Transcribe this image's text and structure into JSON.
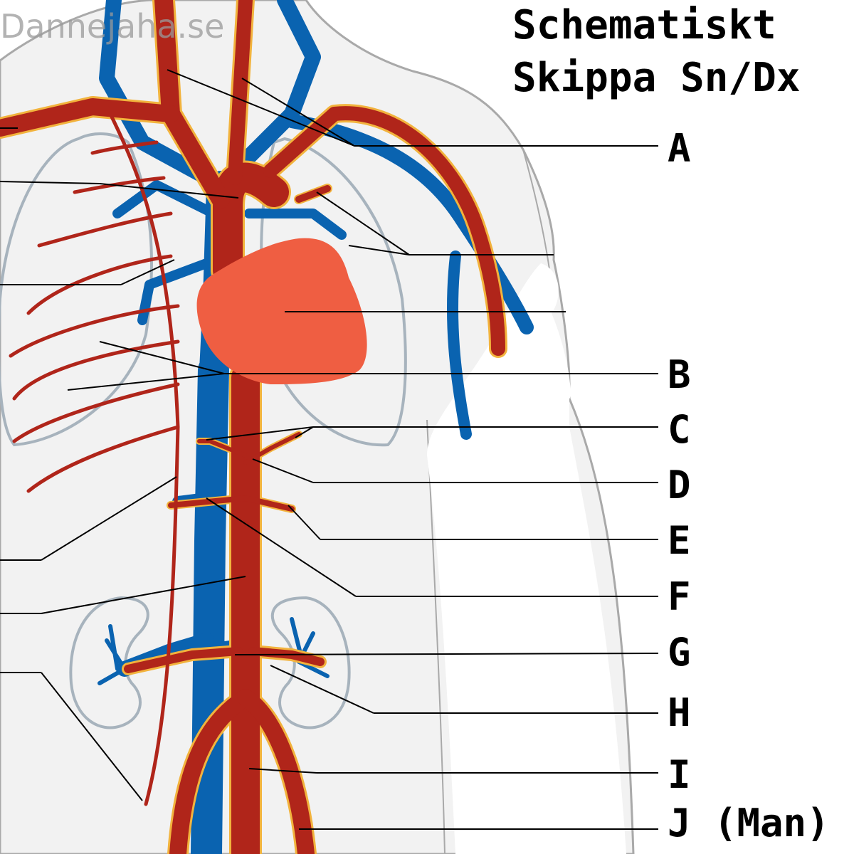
{
  "watermark": "Dannejaha.se",
  "title": [
    "Schematiskt",
    "Skippa Sn/Dx"
  ],
  "labels": [
    "A",
    "B",
    "C",
    "D",
    "E",
    "F",
    "G",
    "H",
    "I",
    "J (Man)"
  ],
  "colors": {
    "artery": "#b0251a",
    "artery_outline": "#f2b33d",
    "vein": "#0a63b0",
    "heart": "#ef5e42",
    "body_fill": "#f2f2f2",
    "body_outline": "#a9a9a9",
    "lung_outline": "#a7b3bd",
    "leader_line": "#000000"
  }
}
